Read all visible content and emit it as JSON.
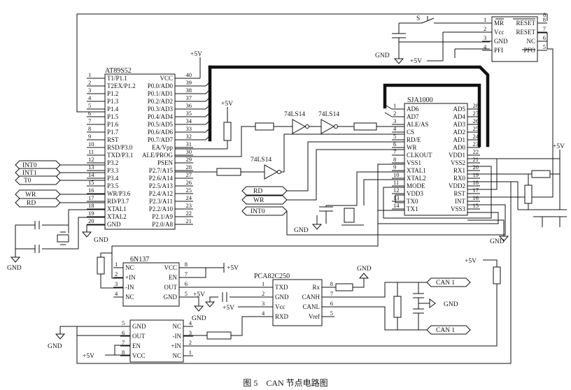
{
  "caption": "图 5　CAN 节点电路图",
  "supply": "+5V",
  "ground": "GND",
  "chips": {
    "mcu": {
      "name": "AT89S52",
      "left": [
        {
          "n": "1",
          "s": "T1/P1.1"
        },
        {
          "n": "2",
          "s": "T2EX/P1.2"
        },
        {
          "n": "3",
          "s": "P1.2"
        },
        {
          "n": "4",
          "s": "P1.3"
        },
        {
          "n": "5",
          "s": "P1.4"
        },
        {
          "n": "6",
          "s": "P1.5"
        },
        {
          "n": "7",
          "s": "P1.6"
        },
        {
          "n": "8",
          "s": "P1.7"
        },
        {
          "n": "9",
          "s": "RST"
        },
        {
          "n": "10",
          "s": "RSD/P3.0"
        },
        {
          "n": "11",
          "s": "TXD/P3.1"
        },
        {
          "n": "12",
          "s": "P3.2"
        },
        {
          "n": "13",
          "s": "P3.3"
        },
        {
          "n": "14",
          "s": "P3.4"
        },
        {
          "n": "15",
          "s": "P3.5"
        },
        {
          "n": "16",
          "s": "WR/P3.6"
        },
        {
          "n": "17",
          "s": "RD/P3.7"
        },
        {
          "n": "18",
          "s": "XTAL1"
        },
        {
          "n": "19",
          "s": "XTAL2"
        },
        {
          "n": "20",
          "s": "GND"
        }
      ],
      "right": [
        {
          "n": "40",
          "s": "VCC"
        },
        {
          "n": "39",
          "s": "P0.0/AD0"
        },
        {
          "n": "38",
          "s": "P0.1/AD1"
        },
        {
          "n": "37",
          "s": "P0.2/AD2"
        },
        {
          "n": "36",
          "s": "P0.3/AD3"
        },
        {
          "n": "35",
          "s": "P0.4/AD4"
        },
        {
          "n": "34",
          "s": "P0.5/AD5"
        },
        {
          "n": "33",
          "s": "P0.6/AD6"
        },
        {
          "n": "32",
          "s": "P0.7/AD7"
        },
        {
          "n": "31",
          "s": "EA/Vpp"
        },
        {
          "n": "30",
          "s": "ALE/PROG"
        },
        {
          "n": "29",
          "s": "PSEN"
        },
        {
          "n": "28",
          "s": "P2.7/A15"
        },
        {
          "n": "27",
          "s": "P2.6/A14"
        },
        {
          "n": "26",
          "s": "P2.5/A13"
        },
        {
          "n": "25",
          "s": "P2.4/A12"
        },
        {
          "n": "24",
          "s": "P2.3/A11"
        },
        {
          "n": "23",
          "s": "P2.2/A10"
        },
        {
          "n": "22",
          "s": "P2.1/A9"
        },
        {
          "n": "21",
          "s": "P2.0/A8"
        }
      ]
    },
    "sja": {
      "name": "SJA1000",
      "left": [
        {
          "n": "1",
          "s": "AD6"
        },
        {
          "n": "2",
          "s": "AD7"
        },
        {
          "n": "3",
          "s": "ALE/AS"
        },
        {
          "n": "4",
          "s": "CS"
        },
        {
          "n": "5",
          "s": "RD/E"
        },
        {
          "n": "6",
          "s": "WR"
        },
        {
          "n": "7",
          "s": "CLKOUT"
        },
        {
          "n": "8",
          "s": "VSS1"
        },
        {
          "n": "9",
          "s": "XTAL1"
        },
        {
          "n": "10",
          "s": "XTAL2"
        },
        {
          "n": "11",
          "s": "MODE"
        },
        {
          "n": "12",
          "s": "VDD3"
        },
        {
          "n": "13",
          "s": "TX0"
        },
        {
          "n": "14",
          "s": "TX1"
        }
      ],
      "right": [
        {
          "n": "28",
          "s": "AD5"
        },
        {
          "n": "27",
          "s": "AD4"
        },
        {
          "n": "26",
          "s": "AD3"
        },
        {
          "n": "25",
          "s": "AD2"
        },
        {
          "n": "24",
          "s": "AD1"
        },
        {
          "n": "23",
          "s": "AD0"
        },
        {
          "n": "22",
          "s": "VDD1"
        },
        {
          "n": "21",
          "s": "VSS2"
        },
        {
          "n": "20",
          "s": "RX1"
        },
        {
          "n": "19",
          "s": "RX0"
        },
        {
          "n": "18",
          "s": "VDD2"
        },
        {
          "n": "17",
          "s": "RST"
        },
        {
          "n": "16",
          "s": "INT"
        },
        {
          "n": "15",
          "s": "VSS3"
        }
      ]
    },
    "supervisor": {
      "left": [
        {
          "n": "1",
          "s": "MR"
        },
        {
          "n": "2",
          "s": "Vcc"
        },
        {
          "n": "3",
          "s": "GND"
        },
        {
          "n": "4",
          "s": "PFI"
        }
      ],
      "right": [
        {
          "n": "8",
          "s": "RESET"
        },
        {
          "n": "7",
          "s": "RESET"
        },
        {
          "n": "6",
          "s": "NC"
        },
        {
          "n": "5",
          "s": "PFO"
        }
      ],
      "switch": "S"
    },
    "opto1": {
      "name": "6N137",
      "left": [
        {
          "n": "1",
          "s": "NC"
        },
        {
          "n": "2",
          "s": "+IN"
        },
        {
          "n": "3",
          "s": "-IN"
        },
        {
          "n": "4",
          "s": "NC"
        }
      ],
      "right": [
        {
          "n": "8",
          "s": "VCC"
        },
        {
          "n": "7",
          "s": "EN"
        },
        {
          "n": "6",
          "s": "OUT"
        },
        {
          "n": "5",
          "s": "GND"
        }
      ]
    },
    "opto2": {
      "left": [
        {
          "n": "5",
          "s": "GND"
        },
        {
          "n": "6",
          "s": "OUT"
        },
        {
          "n": "7",
          "s": "EN"
        },
        {
          "n": "8",
          "s": "VCC"
        }
      ],
      "right": [
        {
          "n": "4",
          "s": "NC"
        },
        {
          "n": "3",
          "s": "-IN"
        },
        {
          "n": "2",
          "s": "+IN"
        },
        {
          "n": "1",
          "s": "NC"
        }
      ]
    },
    "transceiver": {
      "name": "PCA82C250",
      "left": [
        {
          "n": "1",
          "s": "TXD"
        },
        {
          "n": "2",
          "s": "GND"
        },
        {
          "n": "3",
          "s": "Vcc"
        },
        {
          "n": "4",
          "s": "RXD"
        }
      ],
      "right": [
        {
          "n": "8",
          "s": "Rx"
        },
        {
          "n": "7",
          "s": "CANH"
        },
        {
          "n": "6",
          "s": "CANL"
        },
        {
          "n": "5",
          "s": "Vref"
        }
      ]
    }
  },
  "gates": {
    "name": "74LS14"
  },
  "ports": {
    "int0": "INT0",
    "int1": "INT1",
    "t0": "T0",
    "wr": "WR",
    "rd": "RD",
    "sja_rd": "RD",
    "sja_wr": "WR",
    "sja_int0": "INT0",
    "can_h": "CAN 1",
    "can_l": "CAN 1"
  }
}
